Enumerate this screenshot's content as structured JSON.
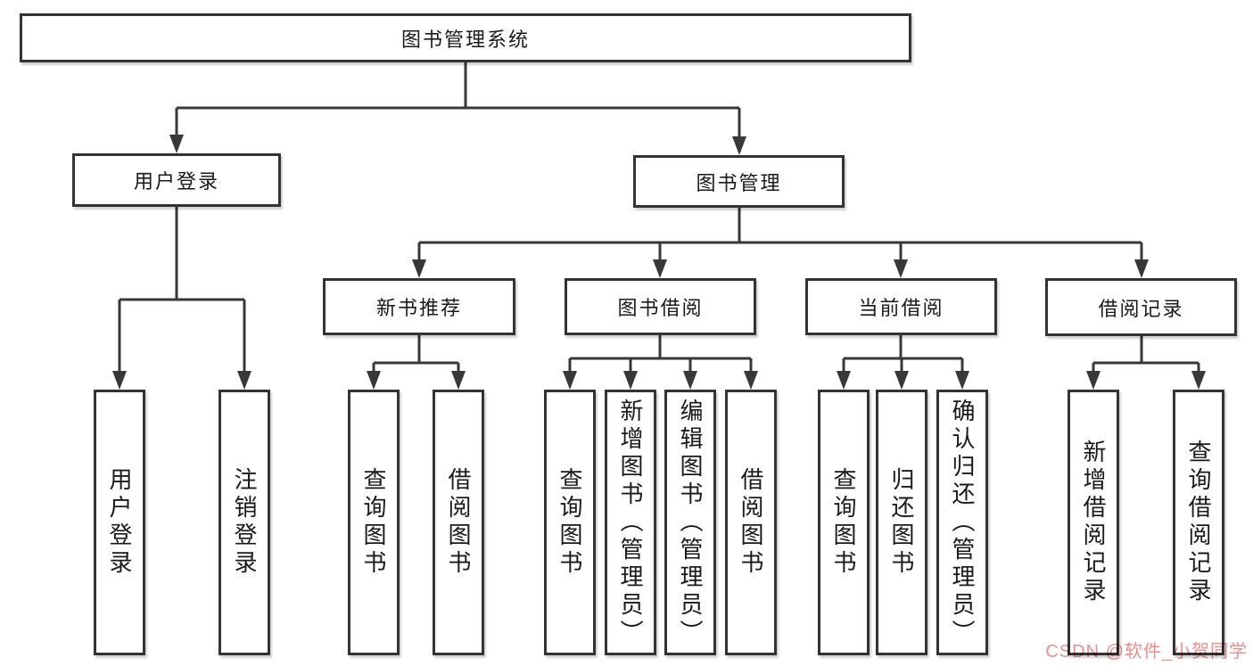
{
  "diagram": {
    "title_node": {
      "label": "图书管理系统"
    },
    "level2": [
      {
        "label": "用户登录"
      },
      {
        "label": "图书管理"
      }
    ],
    "categories": [
      {
        "label": "新书推荐"
      },
      {
        "label": "图书借阅"
      },
      {
        "label": "当前借阅"
      },
      {
        "label": "借阅记录"
      }
    ],
    "leaves": [
      {
        "label": "用户登录"
      },
      {
        "label": "注销登录"
      },
      {
        "label": "查询图书"
      },
      {
        "label": "借阅图书"
      },
      {
        "label": "查询图书"
      },
      {
        "label": "新增图书（管理员）"
      },
      {
        "label": "编辑图书（管理员）"
      },
      {
        "label": "借阅图书"
      },
      {
        "label": "查询图书"
      },
      {
        "label": "归还图书"
      },
      {
        "label": "确认归还（管理员）"
      },
      {
        "label": "新增借阅记录"
      },
      {
        "label": "查询借阅记录"
      }
    ]
  },
  "watermark": {
    "text": "CSDN @软件_小贺同学",
    "color": "#f08c8c"
  },
  "colors": {
    "line": "#383838",
    "box_border": "#333333",
    "box_fill": "#ffffff",
    "text": "#1a1a1a",
    "background": "#ffffff"
  }
}
